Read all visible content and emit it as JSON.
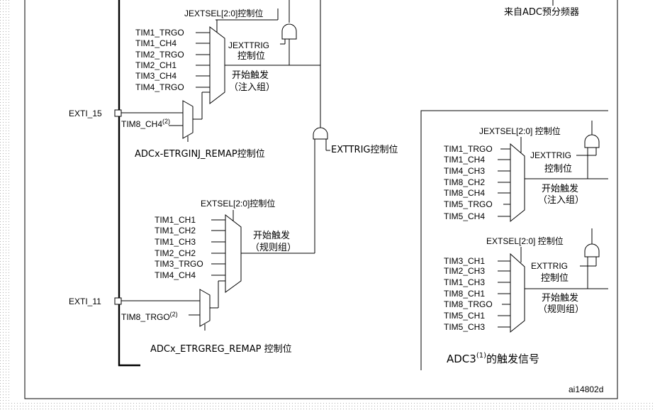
{
  "header": {
    "adc_prescaler": "来自ADC预分频器"
  },
  "adc12": {
    "injected": {
      "sel_label": "JEXTSEL[2:0]控制位",
      "inputs": [
        "TIM1_TRGO",
        "TIM1_CH4",
        "TIM2_TRGO",
        "TIM2_CH1",
        "TIM3_CH4",
        "TIM4_TRGO"
      ],
      "trig_line1": "JEXTTRIG",
      "trig_line2": "控制位",
      "start_line1": "开始触发",
      "start_line2": "（注入组）",
      "exti": "EXTI_15",
      "tim8": "TIM8_CH4",
      "tim8_note": "(2)",
      "remap": "ADCx-ETRGINJ_REMAP控制位"
    },
    "regular": {
      "sel_label": "EXTSEL[2:0]控制位",
      "inputs": [
        "TIM1_CH1",
        "TIM1_CH2",
        "TIM1_CH3",
        "TIM2_CH2",
        "TIM3_TRGO",
        "TIM4_CH4"
      ],
      "start_line1": "开始触发",
      "start_line2": "（规则组）",
      "exti": "EXTI_11",
      "tim8": "TIM8_TRGO",
      "tim8_note": "(2)",
      "remap": "ADCx_ETRGREG_REMAP 控制位"
    },
    "exttrig_label": "EXTTRIG控制位"
  },
  "adc3": {
    "injected": {
      "sel_label": "JEXTSEL[2:0] 控制位",
      "inputs": [
        "TIM1_TRGO",
        "TIM1_CH4",
        "TIM4_CH3",
        "TIM8_CH2",
        "TIM8_CH4",
        "TIM5_TRGO",
        "TIM5_CH4"
      ],
      "trig_line1": "JEXTTRIG",
      "trig_line2": "控制位",
      "start_line1": "开始触发",
      "start_line2": "（注入组）"
    },
    "regular": {
      "sel_label": "EXTSEL[2:0] 控制位",
      "inputs": [
        "TIM3_CH1",
        "TIM2_CH3",
        "TIM1_CH3",
        "TIM8_CH1",
        "TIM8_TRGO",
        "TIM5_CH1",
        "TIM5_CH3"
      ],
      "trig_line1": "EXTTRIG",
      "trig_line2": "控制位",
      "start_line1": "开始触发",
      "start_line2": "（规则组）"
    },
    "title": "ADC3",
    "title_note": "(1)",
    "title_suffix": "的触发信号"
  },
  "footer_id": "ai14802d"
}
